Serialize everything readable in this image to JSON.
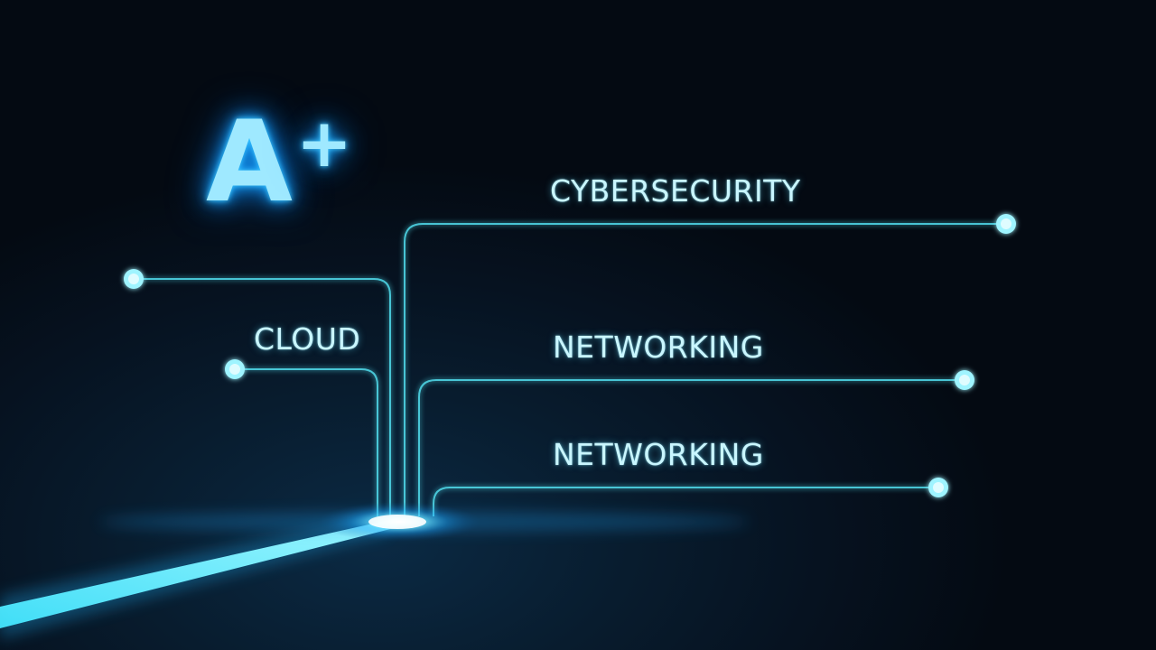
{
  "logo": {
    "letter": "A",
    "plus": "+"
  },
  "labels": {
    "cybersecurity": "CYBERSECURITY",
    "cloud": "CLOUD",
    "networking_1": "NETWORKING",
    "networking_2": "NETWORKING"
  },
  "colors": {
    "background": "#050d17",
    "line": "#4fd8e8",
    "glow": "#3fc9ff",
    "text": "#c9f6ff"
  }
}
